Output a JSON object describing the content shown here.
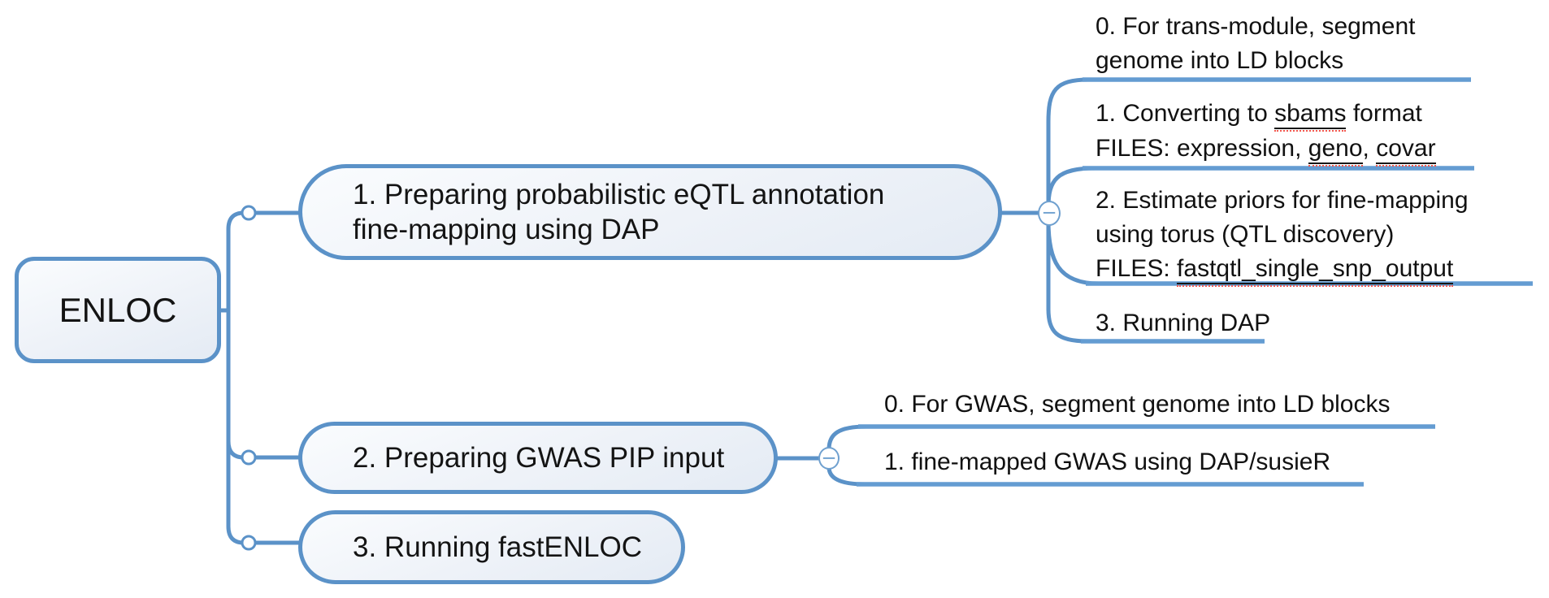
{
  "colors": {
    "line": "#5b92c8",
    "underline": "#649cd2",
    "node_text": "#141414",
    "squiggle": "#f0564d",
    "fill_top": "#fafcfe",
    "fill_bottom": "#e4ebf4",
    "minus": "#6fa0cf"
  },
  "icons": {
    "minus_glyph": "−"
  },
  "root": {
    "label": "ENLOC"
  },
  "branches": [
    {
      "title_lines": [
        [
          {
            "t": "1. Preparing probabilistic eQTL annotation"
          }
        ],
        [
          {
            "t": "fine-mapping using DAP"
          }
        ]
      ],
      "children": [
        {
          "lines": [
            [
              {
                "t": "0. For trans-module, segment"
              }
            ],
            [
              {
                "t": "genome into LD blocks"
              }
            ]
          ]
        },
        {
          "lines": [
            [
              {
                "t": "1. Converting to "
              },
              {
                "t": "sbams",
                "u": true
              },
              {
                "t": " format"
              }
            ],
            [
              {
                "t": "FILES: expression, "
              },
              {
                "t": "geno",
                "u": true
              },
              {
                "t": ", "
              },
              {
                "t": "covar",
                "u": true
              }
            ]
          ]
        },
        {
          "lines": [
            [
              {
                "t": "2. Estimate priors for fine-mapping"
              }
            ],
            [
              {
                "t": "using torus (QTL discovery)"
              }
            ],
            [
              {
                "t": "FILES: "
              },
              {
                "t": "fastqtl_single_snp_output",
                "u": true
              }
            ]
          ]
        },
        {
          "lines": [
            [
              {
                "t": "3. Running DAP"
              }
            ]
          ]
        }
      ]
    },
    {
      "title_lines": [
        [
          {
            "t": "2. Preparing GWAS PIP input"
          }
        ]
      ],
      "children": [
        {
          "lines": [
            [
              {
                "t": "0. For GWAS, segment genome into LD blocks"
              }
            ]
          ]
        },
        {
          "lines": [
            [
              {
                "t": "1. fine-mapped GWAS using DAP/susieR"
              }
            ]
          ]
        }
      ]
    },
    {
      "title_lines": [
        [
          {
            "t": "3. Running fastENLOC"
          }
        ]
      ],
      "children": []
    }
  ]
}
